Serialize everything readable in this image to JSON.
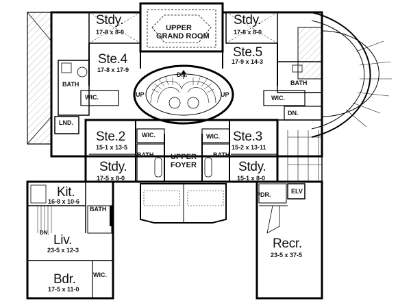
{
  "rooms": {
    "study_top_left": {
      "name": "Stdy.",
      "dims": "17-8 x 8-0"
    },
    "upper_grand_room": {
      "line1": "UPPER",
      "line2": "GRAND ROOM"
    },
    "study_top_right": {
      "name": "Stdy.",
      "dims": "17-8 x 8-0"
    },
    "suite_4": {
      "name": "Ste.4",
      "dims": "17-8 x 17-9"
    },
    "suite_5": {
      "name": "Ste.5",
      "dims": "17-9 x 14-3"
    },
    "suite_2": {
      "name": "Ste.2",
      "dims": "15-1 x 13-5"
    },
    "suite_3": {
      "name": "Ste.3",
      "dims": "15-2 x 13-11"
    },
    "study_mid_left": {
      "name": "Stdy.",
      "dims": "17-5 x 8-0"
    },
    "study_mid_right": {
      "name": "Stdy.",
      "dims": "15-1 x 8-0"
    },
    "upper_foyer": {
      "line1": "UPPER",
      "line2": "FOYER"
    },
    "kitchen": {
      "name": "Kit.",
      "dims": "16-8 x 10-6"
    },
    "living": {
      "name": "Liv.",
      "dims": "23-5 x 12-3"
    },
    "bedroom": {
      "name": "Bdr.",
      "dims": "17-5 x 11-0"
    },
    "recreation": {
      "name": "Recr.",
      "dims": "23-5 x 37-5"
    }
  },
  "small_labels": {
    "bath_upper_left": "BATH",
    "bath_upper_right": "BATH",
    "wic_left": "WIC.",
    "wic_right": "WIC.",
    "wic_ste2": "WIC.",
    "wic_ste3": "WIC.",
    "bath_ste2": "BATH",
    "bath_ste3": "BATH",
    "laundry": "LND.",
    "stair_dn_top": "DN.",
    "stair_up_left": "UP",
    "stair_up_right": "UP",
    "dn_right": "DN.",
    "dn_left": "DN.",
    "bath_kitchen": "BATH",
    "powder": "PDR.",
    "elevator": "ELV",
    "wic_bedroom": "WIC."
  }
}
